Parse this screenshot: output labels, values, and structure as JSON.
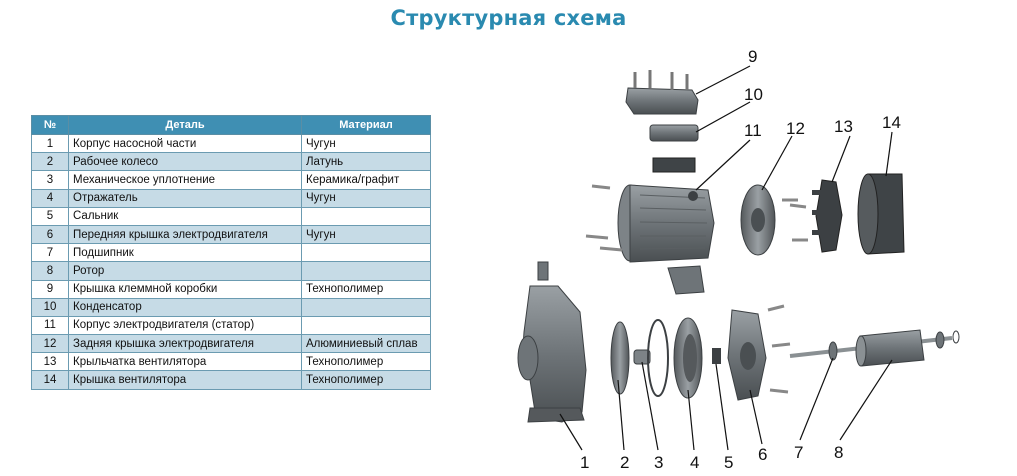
{
  "title": "Структурная схема",
  "table": {
    "headers": [
      "№",
      "Деталь",
      "Материал"
    ],
    "rows": [
      {
        "num": "1",
        "part": "Корпус насосной части",
        "material": "Чугун"
      },
      {
        "num": "2",
        "part": "Рабочее колесо",
        "material": "Латунь"
      },
      {
        "num": "3",
        "part": "Механическое уплотнение",
        "material": "Керамика/графит"
      },
      {
        "num": "4",
        "part": "Отражатель",
        "material": "Чугун"
      },
      {
        "num": "5",
        "part": "Сальник",
        "material": ""
      },
      {
        "num": "6",
        "part": "Передняя крышка электродвигателя",
        "material": "Чугун"
      },
      {
        "num": "7",
        "part": "Подшипник",
        "material": ""
      },
      {
        "num": "8",
        "part": "Ротор",
        "material": ""
      },
      {
        "num": "9",
        "part": "Крышка клеммной коробки",
        "material": "Технополимер"
      },
      {
        "num": "10",
        "part": "Конденсатор",
        "material": ""
      },
      {
        "num": "11",
        "part": "Корпус электродвигателя (статор)",
        "material": ""
      },
      {
        "num": "12",
        "part": "Задняя крышка электродвигателя",
        "material": "Алюминиевый сплав"
      },
      {
        "num": "13",
        "part": "Крыльчатка вентилятора",
        "material": "Технополимер"
      },
      {
        "num": "14",
        "part": "Крышка вентилятора",
        "material": "Технополимер"
      }
    ]
  },
  "callouts": [
    "1",
    "2",
    "3",
    "4",
    "5",
    "6",
    "7",
    "8",
    "9",
    "10",
    "11",
    "12",
    "13",
    "14"
  ],
  "colors": {
    "title": "#2a8ab0",
    "header_bg": "#3f8fb3",
    "row_alt": "#c6dbe6"
  }
}
